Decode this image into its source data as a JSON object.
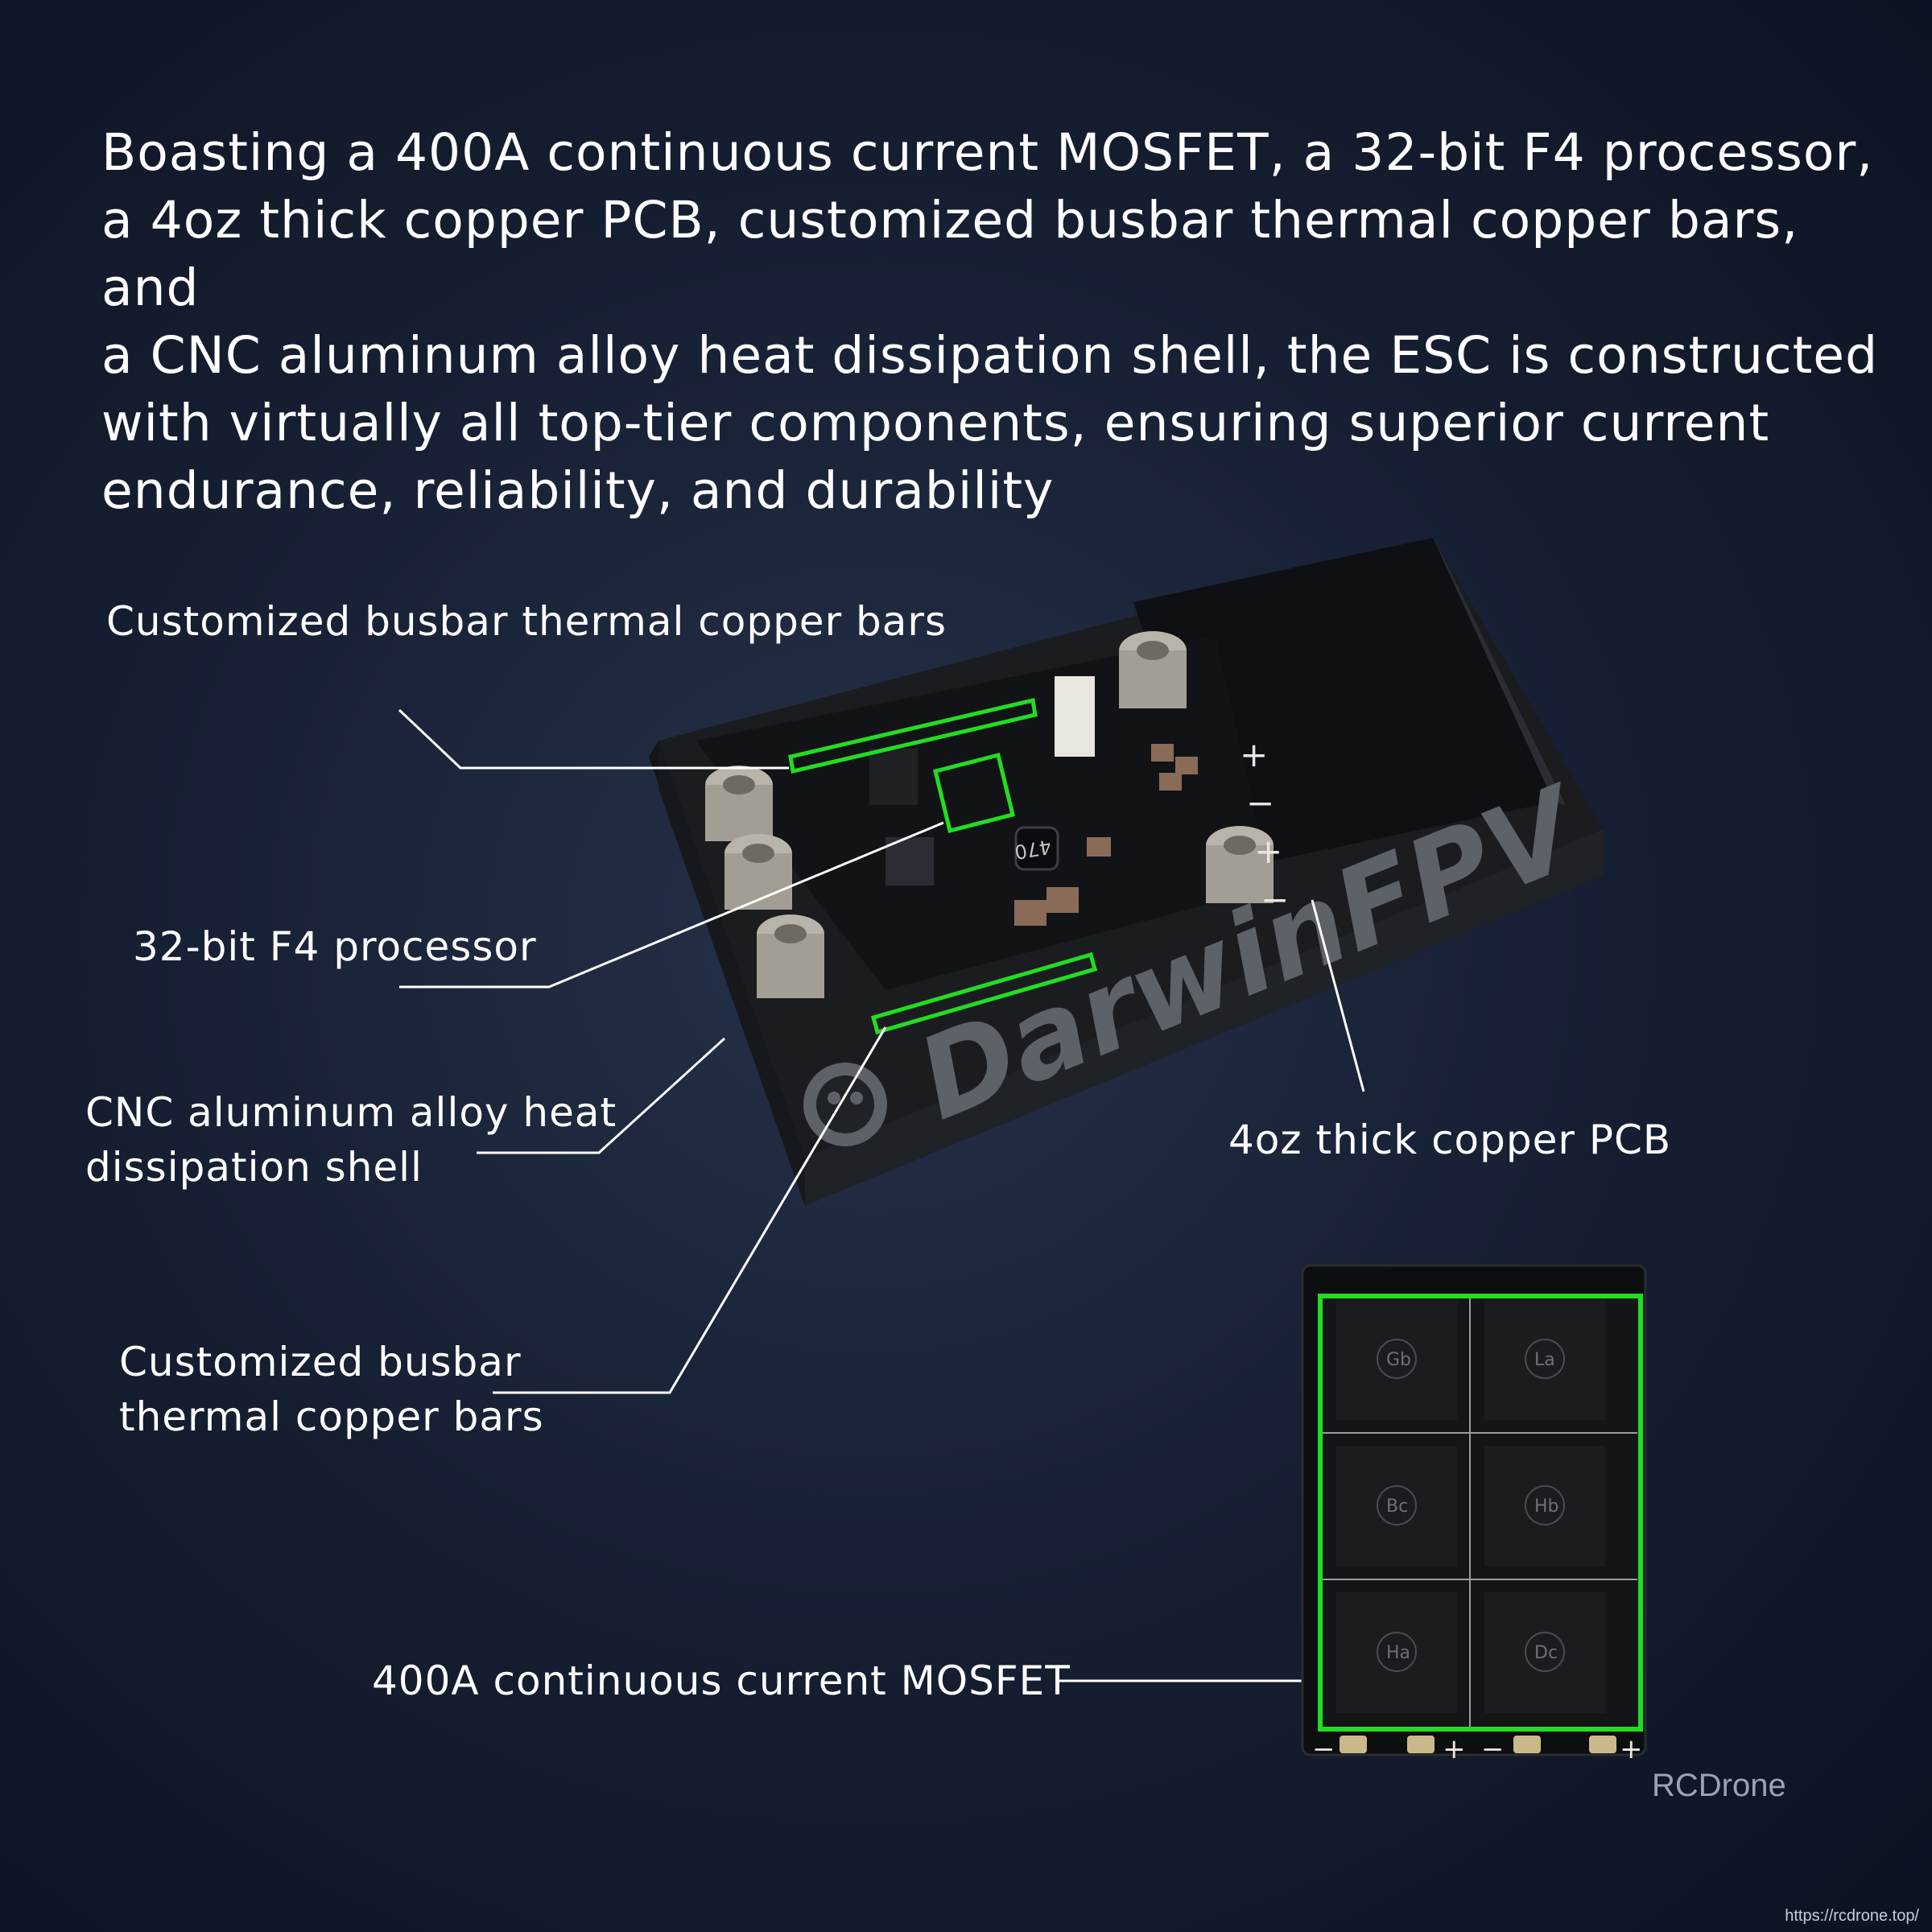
{
  "intro": {
    "lines": [
      "Boasting a 400A continuous current MOSFET, a 32-bit F4 processor,",
      "a 4oz thick copper PCB, customized busbar thermal copper bars, and",
      "a CNC aluminum alloy heat dissipation shell, the ESC is constructed",
      "with virtually all top-tier components, ensuring superior current",
      "endurance, reliability, and durability"
    ]
  },
  "callouts": {
    "busbar_top": "Customized busbar thermal copper bars",
    "processor": "32-bit F4 processor",
    "shell_line1": "CNC aluminum alloy heat",
    "shell_line2": "dissipation shell",
    "busbar_bottom_line1": "Customized busbar",
    "busbar_bottom_line2": "thermal copper bars",
    "mosfet": "400A continuous current MOSFET",
    "pcb": "4oz thick copper PCB"
  },
  "product": {
    "brand": "DarwinFPV",
    "inductor_marking": "470",
    "pad_signs": [
      "+",
      "−",
      "+",
      "−"
    ]
  },
  "mosfet_board": {
    "chip_labels": [
      "Gb",
      "La",
      "Bc",
      "Hb",
      "Ha",
      "Dc"
    ],
    "pad_signs": [
      "−",
      "+",
      "−",
      "+"
    ]
  },
  "watermark": "RCDrone",
  "site_url": "https://rcdrone.top/",
  "colors": {
    "highlight": "#22dd22",
    "text": "#ffffff",
    "pcb": "#111316"
  }
}
